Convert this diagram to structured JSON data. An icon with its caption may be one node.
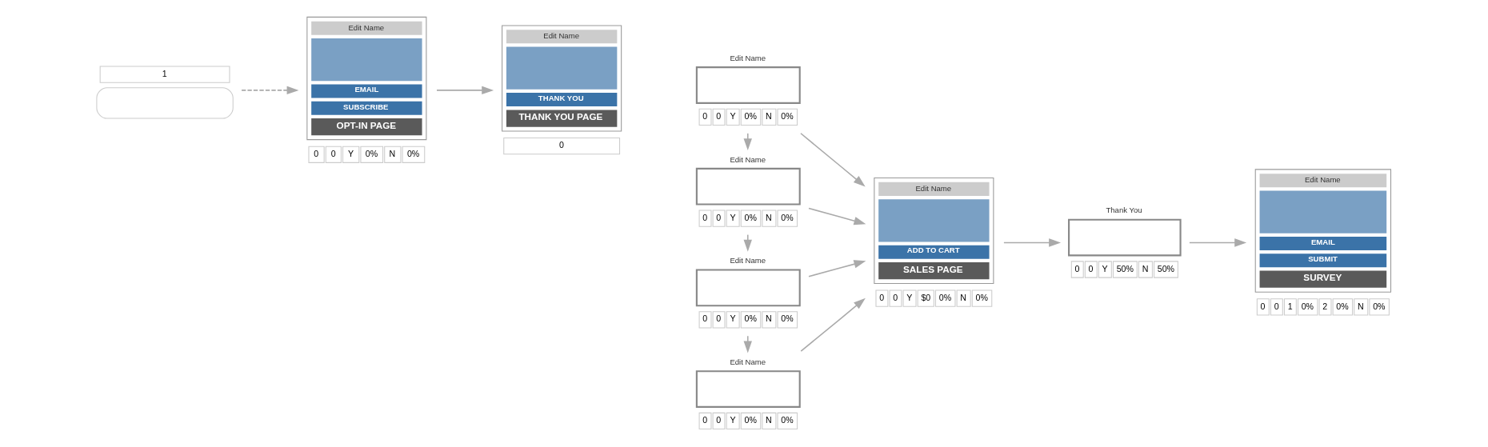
{
  "diagram": {
    "nodes": [
      {
        "text": [],
        "shape": "box",
        "beside": [
          "1"
        ]
      },
      {
        "text": [
          "Edit Name",
          "EMAIL",
          "SUBSCRIBE",
          "OPT-IN PAGE"
        ],
        "beside": [
          "0",
          "0",
          "Y",
          "0%",
          "N",
          "0%"
        ]
      },
      {
        "text": [
          "Edit Name",
          "THANK YOU",
          "THANK YOU PAGE"
        ],
        "beside": [
          "0"
        ]
      },
      {
        "text": [
          "Edit Name"
        ],
        "beside": [
          "0",
          "0",
          "Y",
          "0%",
          "N",
          "0%"
        ]
      },
      {
        "text": [
          "Edit Name"
        ],
        "beside": [
          "0",
          "0",
          "Y",
          "0%",
          "N",
          "0%"
        ]
      },
      {
        "text": [
          "Edit Name"
        ],
        "beside": [
          "0",
          "0",
          "Y",
          "0%",
          "N",
          "0%"
        ]
      },
      {
        "text": [
          "Edit Name"
        ],
        "beside": [
          "0",
          "0",
          "Y",
          "0%",
          "N",
          "0%"
        ]
      },
      {
        "text": [
          "Edit Name",
          "ADD TO CART",
          "SALES PAGE"
        ],
        "beside": [
          "0",
          "0",
          "Y",
          "$0",
          "0%",
          "N",
          "0%"
        ]
      },
      {
        "text": [
          "Thank You"
        ],
        "beside": [
          "0",
          "0",
          "Y",
          "50%",
          "N",
          "50%"
        ]
      },
      {
        "text": [
          "Edit Name",
          "EMAIL",
          "SUBMIT",
          "SURVEY"
        ],
        "beside": [
          "0",
          "0",
          "1",
          "0%",
          "2",
          "0%",
          "N",
          "0%"
        ]
      }
    ],
    "edges": [
      {
        "from": 0,
        "to": 1,
        "arrow": "to",
        "style": "dashed"
      },
      {
        "from": 1,
        "to": 2,
        "arrow": "to"
      },
      {
        "from": 3,
        "to": 4,
        "arrow": "to"
      },
      {
        "from": 4,
        "to": 5,
        "arrow": "to"
      },
      {
        "from": 5,
        "to": 6,
        "arrow": "to"
      },
      {
        "from": 3,
        "to": 7,
        "arrow": "to"
      },
      {
        "from": 4,
        "to": 7,
        "arrow": "to"
      },
      {
        "from": 5,
        "to": 7,
        "arrow": "to"
      },
      {
        "from": 6,
        "to": 7,
        "arrow": "to"
      },
      {
        "from": 7,
        "to": 8,
        "arrow": "to"
      },
      {
        "from": 8,
        "to": 9,
        "arrow": "to"
      }
    ]
  }
}
